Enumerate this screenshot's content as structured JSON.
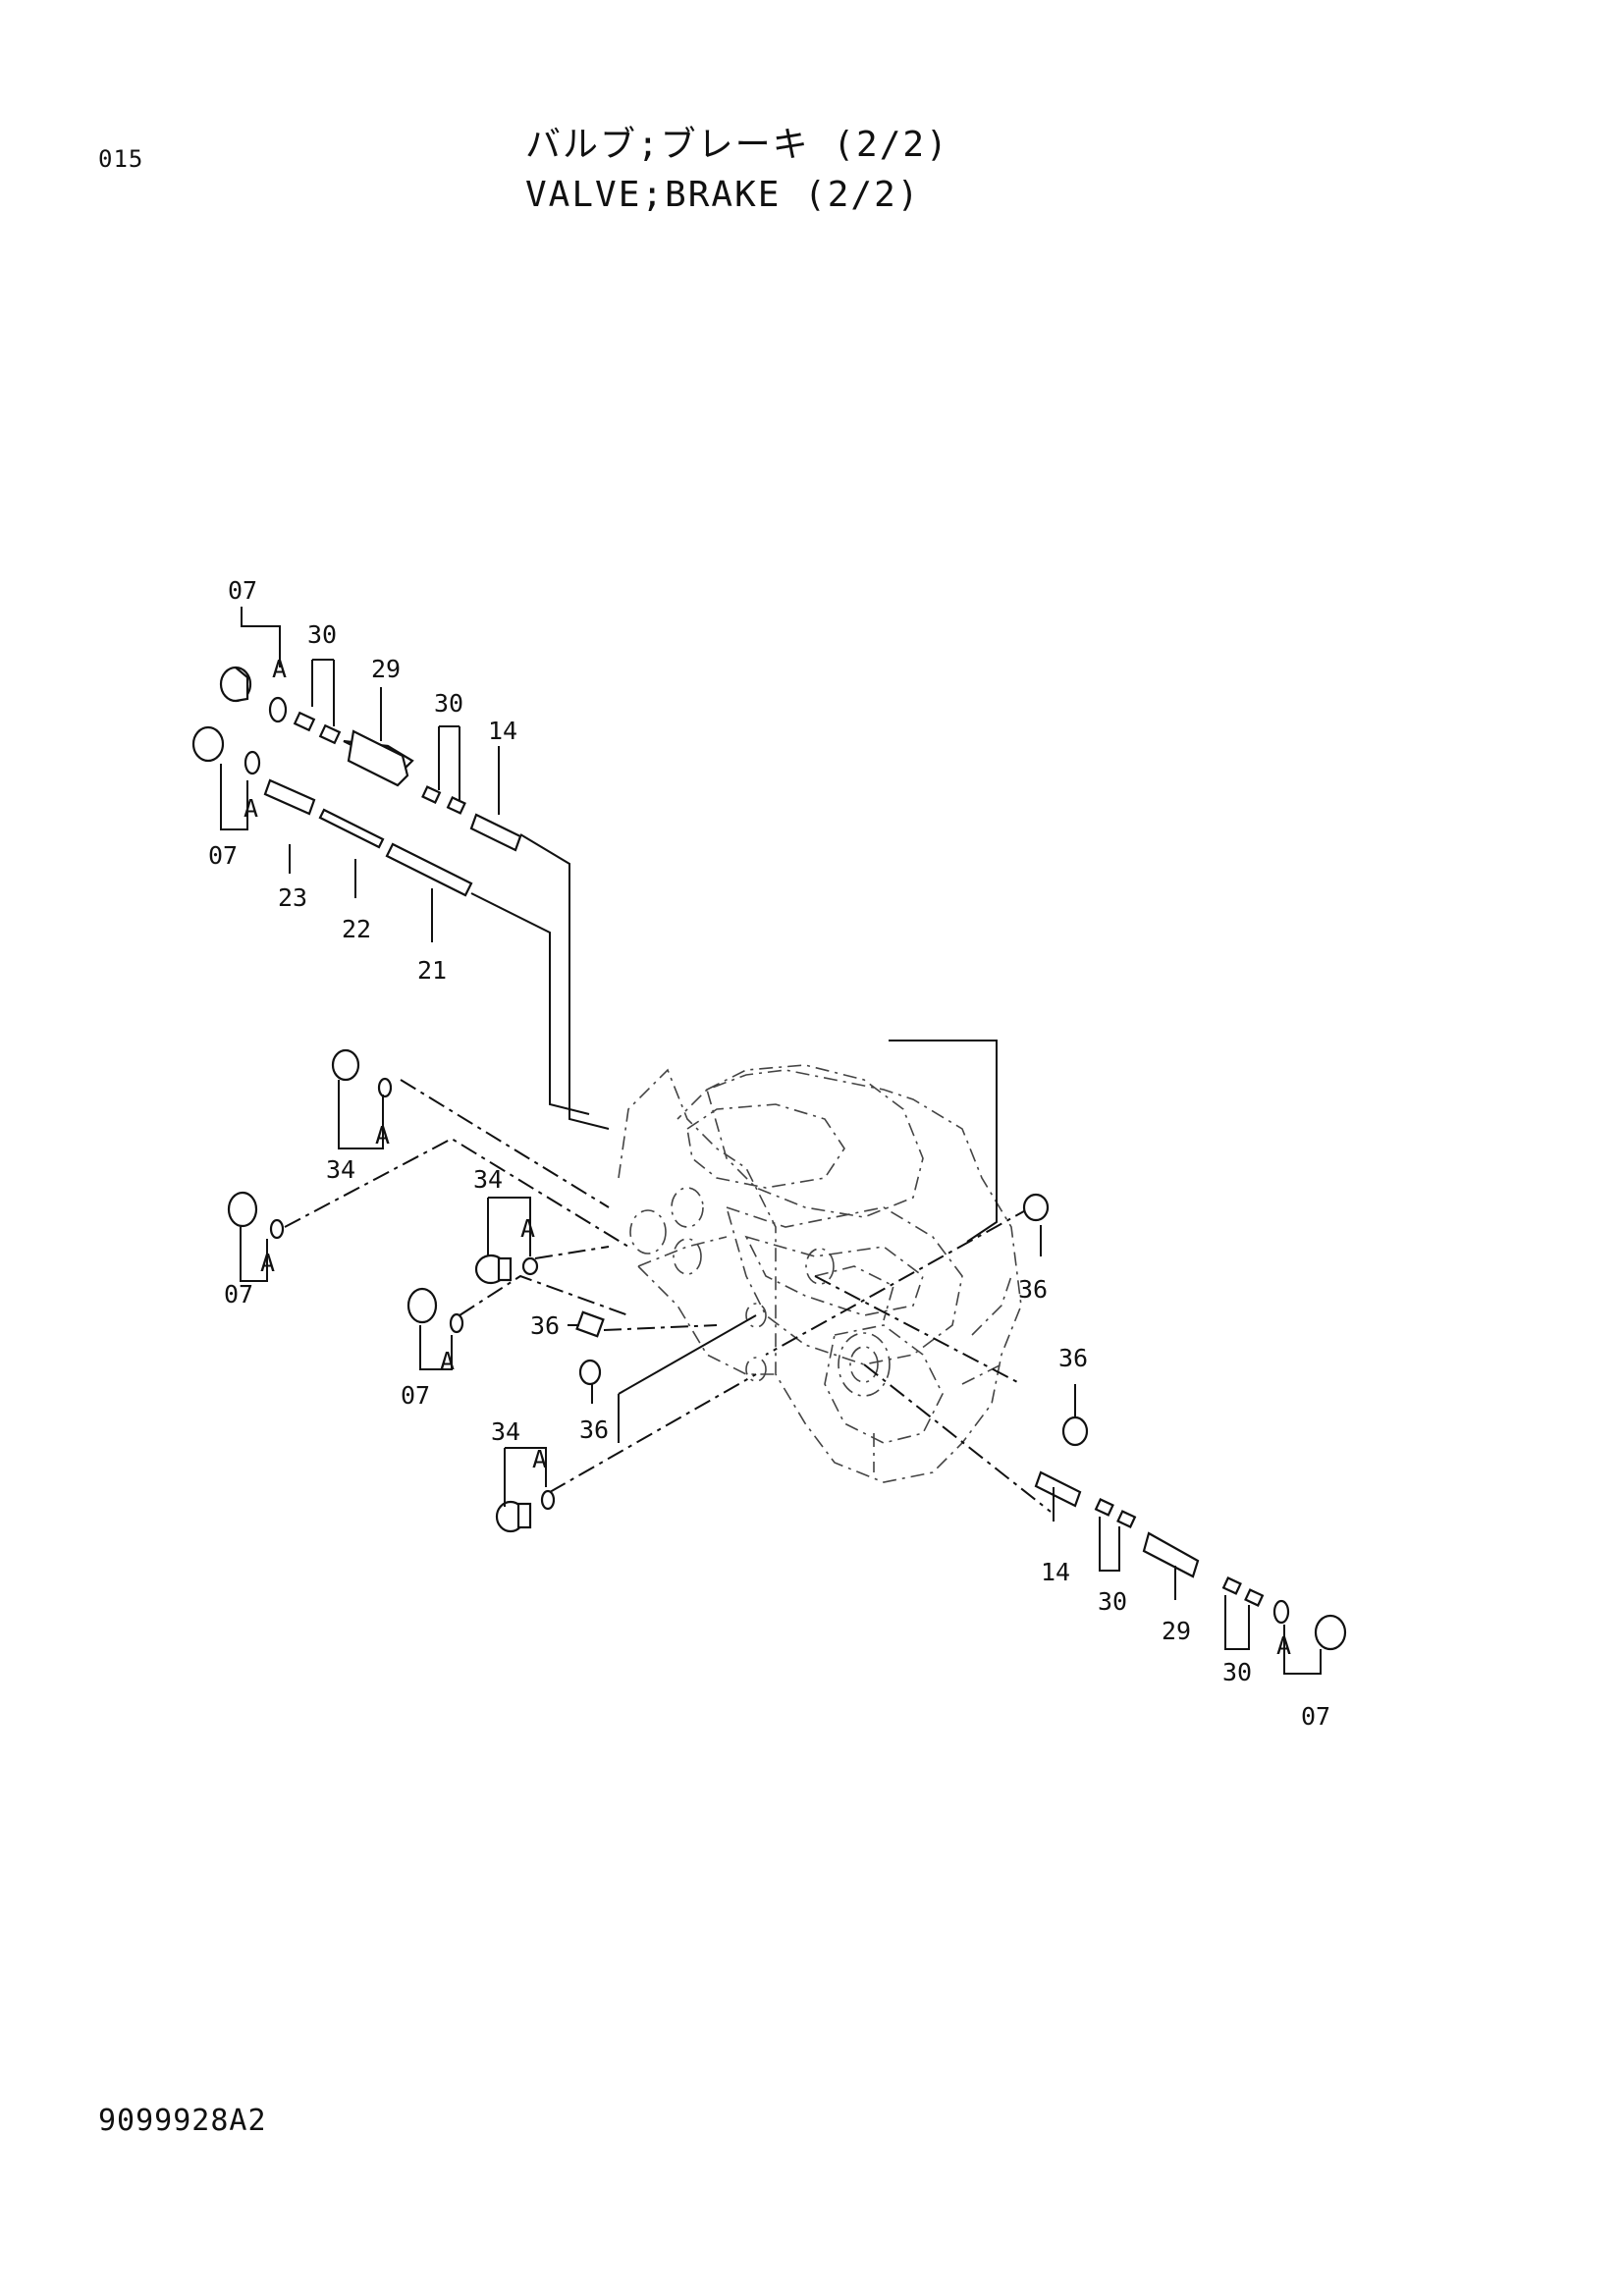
{
  "header": {
    "page_code": "015",
    "title_jp": "バルブ;ブレーキ (2/2)",
    "title_en": "VALVE;BRAKE (2/2)"
  },
  "footer": {
    "doc_number": "9099928A2"
  },
  "callouts": {
    "c07a": "07",
    "c07b": "07",
    "c07c": "07",
    "c07d": "07",
    "c07e": "07",
    "c30a": "30",
    "c30b": "30",
    "c30c": "30",
    "c30d": "30",
    "c29a": "29",
    "c29b": "29",
    "c14a": "14",
    "c14b": "14",
    "c23": "23",
    "c22": "22",
    "c21": "21",
    "c34a": "34",
    "c34b": "34",
    "c34c": "34",
    "c36a": "36",
    "c36b": "36",
    "c36c": "36",
    "c36d": "36",
    "cAa": "A",
    "cAb": "A",
    "cAc": "A",
    "cAd": "A",
    "cAe": "A",
    "cAf": "A",
    "cAg": "A",
    "cAh": "A"
  }
}
